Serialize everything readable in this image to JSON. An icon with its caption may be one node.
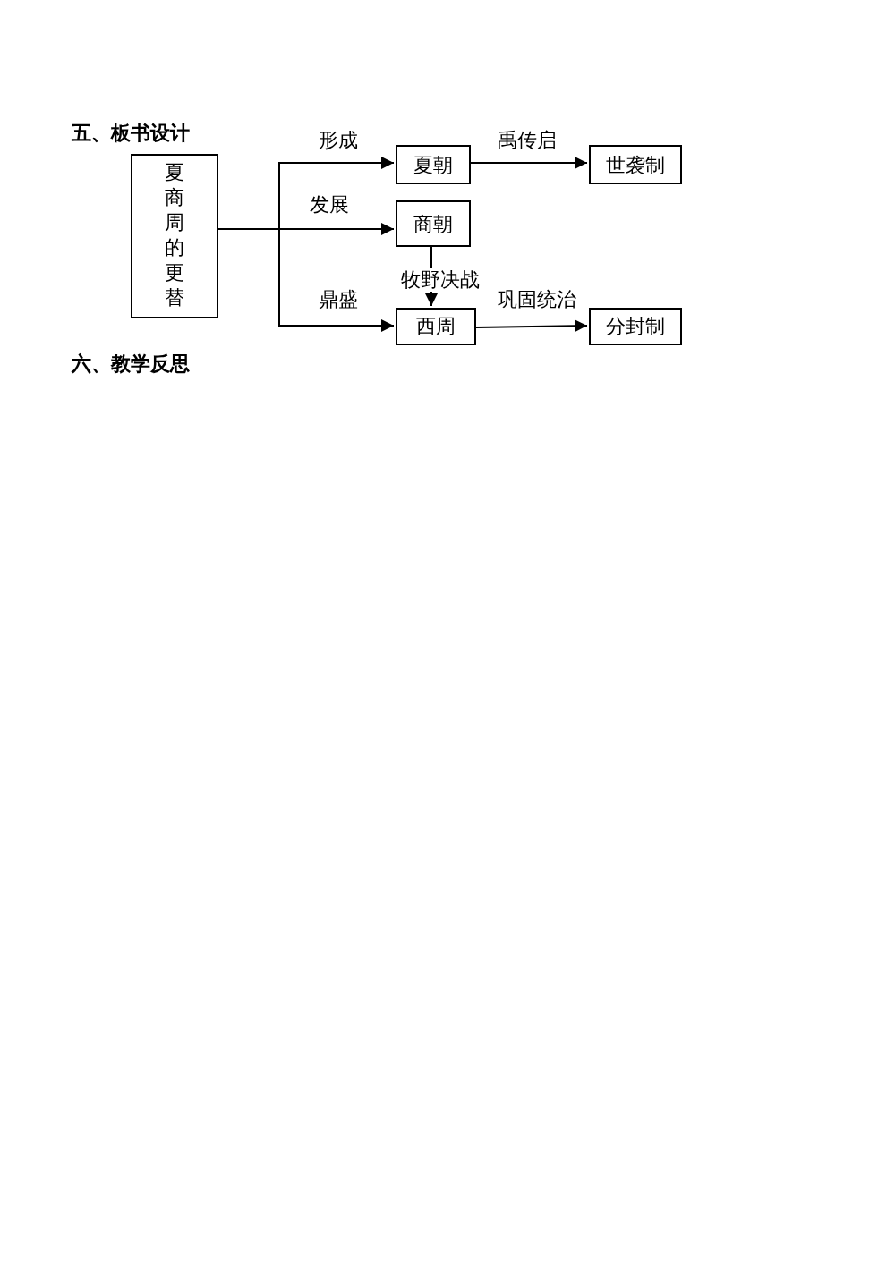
{
  "diagram": {
    "nodes": [
      {
        "text": [
          "夏商周的更替"
        ]
      },
      {
        "text": [
          "夏朝"
        ]
      },
      {
        "text": [
          "商朝"
        ]
      },
      {
        "text": [
          "西周"
        ]
      },
      {
        "text": [
          "世袭制"
        ]
      },
      {
        "text": [
          "分封制"
        ]
      }
    ],
    "edges": [
      {
        "from": 0,
        "to": 1,
        "arrow": "to",
        "label": "形成"
      },
      {
        "from": 0,
        "to": 2,
        "arrow": "to",
        "label": "发展"
      },
      {
        "from": 0,
        "to": 3,
        "arrow": "to",
        "label": "鼎盛"
      },
      {
        "from": 2,
        "to": 3,
        "arrow": "to",
        "label": "牧野决战"
      },
      {
        "from": 1,
        "to": 4,
        "arrow": "to",
        "label": "禹传启"
      },
      {
        "from": 3,
        "to": 5,
        "arrow": "to",
        "label": "巩固统治"
      }
    ],
    "labels": [
      "五、板书设计",
      "六、教学反思"
    ]
  }
}
